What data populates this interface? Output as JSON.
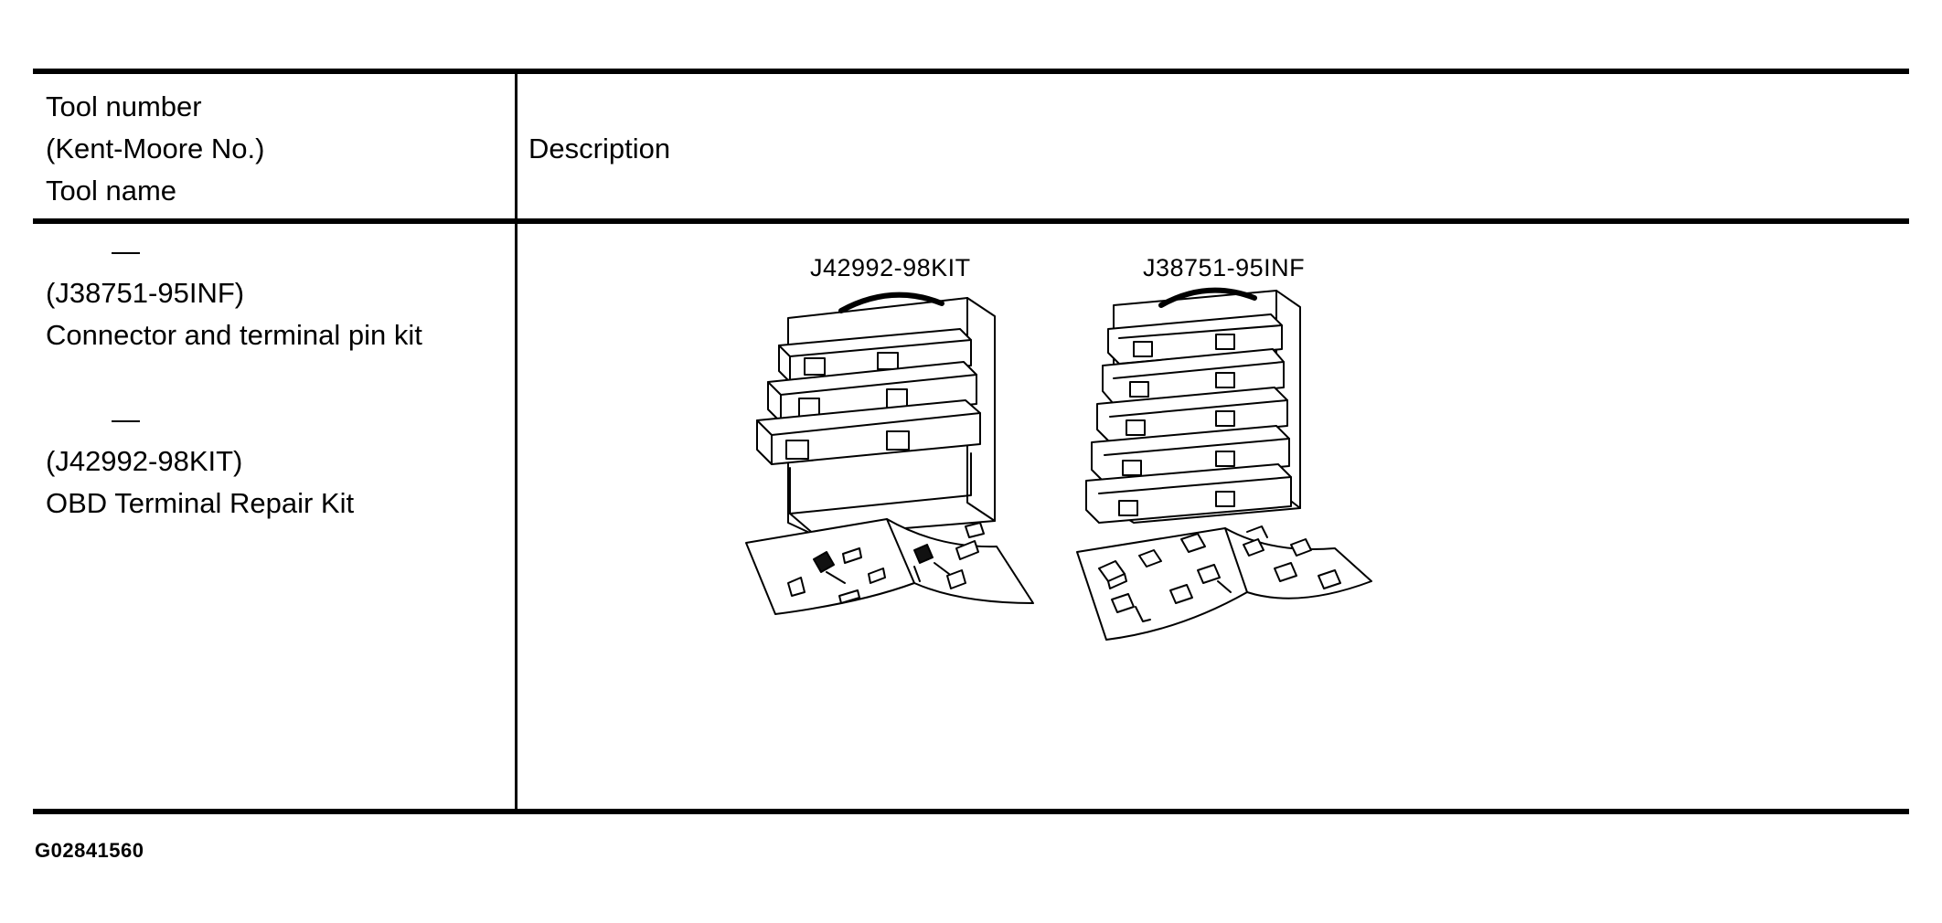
{
  "table": {
    "header": {
      "col1_lines": [
        "Tool number",
        "(Kent-Moore No.)",
        "Tool name"
      ],
      "col2": "Description"
    },
    "rows": [
      {
        "tools": [
          {
            "tool_number": "—",
            "kent_moore_no": "(J38751-95INF)",
            "tool_name": "Connector and terminal pin kit"
          },
          {
            "tool_number": "—",
            "kent_moore_no": "(J42992-98KIT)",
            "tool_name": "OBD Terminal Repair Kit"
          }
        ],
        "illustration": {
          "kits": [
            {
              "label": "J42992-98KIT",
              "icon": "terminal-repair-kit-case-icon"
            },
            {
              "label": "J38751-95INF",
              "icon": "connector-pin-kit-case-icon"
            }
          ]
        }
      }
    ]
  },
  "figure_code": "G02841560"
}
